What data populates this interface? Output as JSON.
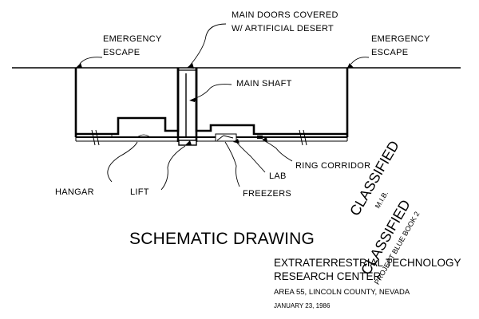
{
  "labels": {
    "main_doors_line1": "MAIN DOORS COVERED",
    "main_doors_line2": "W/ ARTIFICIAL DESERT",
    "emergency_left_line1": "EMERGENCY",
    "emergency_left_line2": "ESCAPE",
    "emergency_right_line1": "EMERGENCY",
    "emergency_right_line2": "ESCAPE",
    "main_shaft": "MAIN SHAFT",
    "ring_corridor": "RING CORRIDOR",
    "lab": "LAB",
    "freezers": "FREEZERS",
    "hangar": "HANGAR",
    "lift": "LIFT"
  },
  "title_block": {
    "title": "SCHEMATIC DRAWING",
    "subtitle_line1": "EXTRATERRESTRIAL TECHNOLOGY",
    "subtitle_line2": "RESEARCH CENTER",
    "location": "AREA 55, LINCOLN COUNTY, NEVADA",
    "date": "JANUARY 23, 1986"
  },
  "stamps": [
    {
      "word": "CLASSIFIED",
      "sub": "M.I.B."
    },
    {
      "word": "CLASSIFIED",
      "sub": "PROJECT BLUE BOOK 2"
    }
  ],
  "colors": {
    "ink": "#000000",
    "stamp_red": "#e0161d",
    "background": "#ffffff"
  }
}
